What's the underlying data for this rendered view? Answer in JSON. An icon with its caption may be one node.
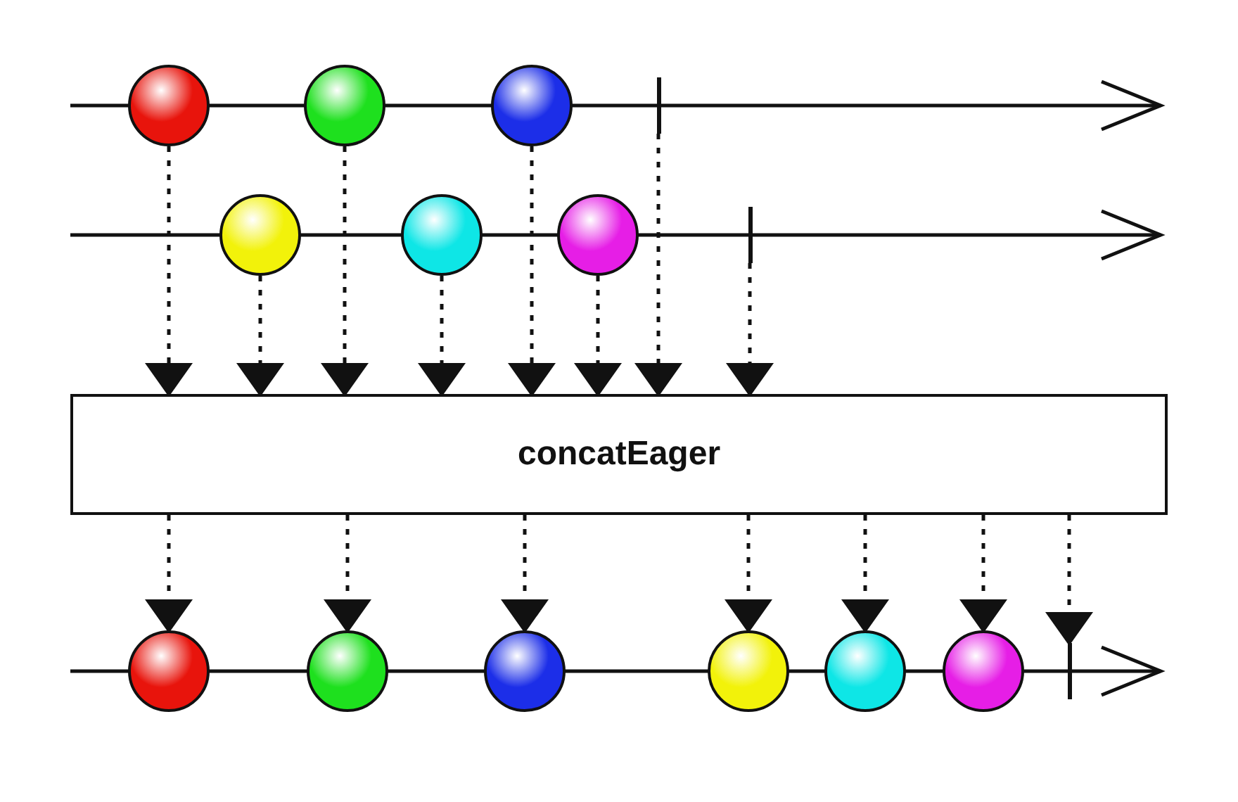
{
  "diagram": {
    "nodes": [
      {
        "text": [],
        "shape": "circle"
      },
      {
        "text": [],
        "shape": "circle"
      },
      {
        "text": [],
        "shape": "circle"
      },
      {
        "text": [],
        "shape": "bar"
      },
      {
        "text": [],
        "shape": "circle"
      },
      {
        "text": [],
        "shape": "circle"
      },
      {
        "text": [],
        "shape": "circle"
      },
      {
        "text": [],
        "shape": "bar"
      },
      {
        "text": [
          "concatEager"
        ]
      },
      {
        "text": [],
        "shape": "circle"
      },
      {
        "text": [],
        "shape": "circle"
      },
      {
        "text": [],
        "shape": "circle"
      },
      {
        "text": [],
        "shape": "circle"
      },
      {
        "text": [],
        "shape": "circle"
      },
      {
        "text": [],
        "shape": "circle"
      },
      {
        "text": [],
        "shape": "bar"
      }
    ],
    "edges": [
      {
        "from": 0,
        "to": 8,
        "arrow": "to",
        "style": "dashed"
      },
      {
        "from": 4,
        "to": 8,
        "arrow": "to",
        "style": "dashed"
      },
      {
        "from": 1,
        "to": 8,
        "arrow": "to",
        "style": "dashed"
      },
      {
        "from": 5,
        "to": 8,
        "arrow": "to",
        "style": "dashed"
      },
      {
        "from": 2,
        "to": 8,
        "arrow": "to",
        "style": "dashed"
      },
      {
        "from": 6,
        "to": 8,
        "arrow": "to",
        "style": "dashed"
      },
      {
        "from": 3,
        "to": 8,
        "arrow": "to",
        "style": "dashed"
      },
      {
        "from": 7,
        "to": 8,
        "arrow": "to",
        "style": "dashed"
      },
      {
        "from": 8,
        "to": 9,
        "arrow": "to",
        "style": "dashed"
      },
      {
        "from": 8,
        "to": 10,
        "arrow": "to",
        "style": "dashed"
      },
      {
        "from": 8,
        "to": 11,
        "arrow": "to",
        "style": "dashed"
      },
      {
        "from": 8,
        "to": 12,
        "arrow": "to",
        "style": "dashed"
      },
      {
        "from": 8,
        "to": 13,
        "arrow": "to",
        "style": "dashed"
      },
      {
        "from": 8,
        "to": 14,
        "arrow": "to",
        "style": "dashed"
      },
      {
        "from": 8,
        "to": 15,
        "arrow": "to",
        "style": "dashed"
      }
    ]
  }
}
